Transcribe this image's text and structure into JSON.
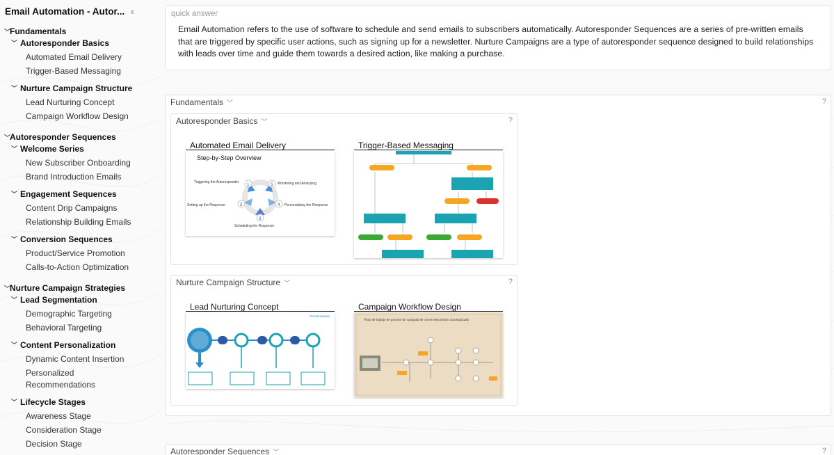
{
  "sidebar": {
    "title": "Email Automation - Autor...",
    "collapse_icon": "double-chevron-left-icon",
    "sections": [
      {
        "label": "Fundamentals",
        "groups": [
          {
            "label": "Autoresponder Basics",
            "items": [
              "Automated Email Delivery",
              "Trigger-Based Messaging"
            ]
          },
          {
            "label": "Nurture Campaign Structure",
            "items": [
              "Lead Nurturing Concept",
              "Campaign Workflow Design"
            ]
          }
        ]
      },
      {
        "label": "Autoresponder Sequences",
        "groups": [
          {
            "label": "Welcome Series",
            "items": [
              "New Subscriber Onboarding",
              "Brand Introduction Emails"
            ]
          },
          {
            "label": "Engagement Sequences",
            "items": [
              "Content Drip Campaigns",
              "Relationship Building Emails"
            ]
          },
          {
            "label": "Conversion Sequences",
            "items": [
              "Product/Service Promotion",
              "Calls-to-Action Optimization"
            ]
          }
        ]
      },
      {
        "label": "Nurture Campaign Strategies",
        "groups": [
          {
            "label": "Lead Segmentation",
            "items": [
              "Demographic Targeting",
              "Behavioral Targeting"
            ]
          },
          {
            "label": "Content Personalization",
            "items": [
              "Dynamic Content Insertion",
              "Personalized Recommendations"
            ]
          },
          {
            "label": "Lifecycle Stages",
            "items": [
              "Awareness Stage",
              "Consideration Stage",
              "Decision Stage"
            ]
          }
        ]
      }
    ]
  },
  "quick_answer": {
    "label": "quick answer",
    "text": "Email Automation refers to the use of software to schedule and send emails to subscribers automatically. Autoresponder Sequences are a series of pre-written emails that are triggered by specific user actions, such as signing up for a newsletter. Nurture Campaigns are a type of autoresponder sequence designed to build relationships with leads over time and guide them towards a desired action, like making a purchase."
  },
  "fundamentals_panel": {
    "label": "Fundamentals",
    "help": "?",
    "subpanels": [
      {
        "label": "Autoresponder Basics",
        "help": "?",
        "cards": [
          {
            "title": "Automated Email Delivery"
          },
          {
            "title": "Trigger-Based Messaging"
          }
        ]
      },
      {
        "label": "Nurture Campaign Structure",
        "help": "?",
        "cards": [
          {
            "title": "Lead Nurturing Concept"
          },
          {
            "title": "Campaign Workflow Design"
          }
        ]
      }
    ]
  },
  "autoresponder_panel": {
    "label": "Autoresponder Sequences",
    "help": "?"
  },
  "thumb_text": {
    "step_title": "Step-by-Step Overview",
    "step_1": "Triggering the Autoresponder",
    "step_2": "Setting up the Response",
    "step_3": "Scheduling the Response",
    "step_4": "Personalizing the Response",
    "step_5": "Monitoring and Analyzing",
    "brand": "CloudAnswers",
    "flow_title": "Flujo de trabajo de proceso de campaña de correo electrónico automatizado"
  },
  "colors": {
    "accent_blue": "#2b8fc9",
    "teal": "#1aa3b0",
    "orange": "#f5a623",
    "red": "#d9342b",
    "green": "#3aaa35",
    "beige": "#ecdcc4"
  }
}
